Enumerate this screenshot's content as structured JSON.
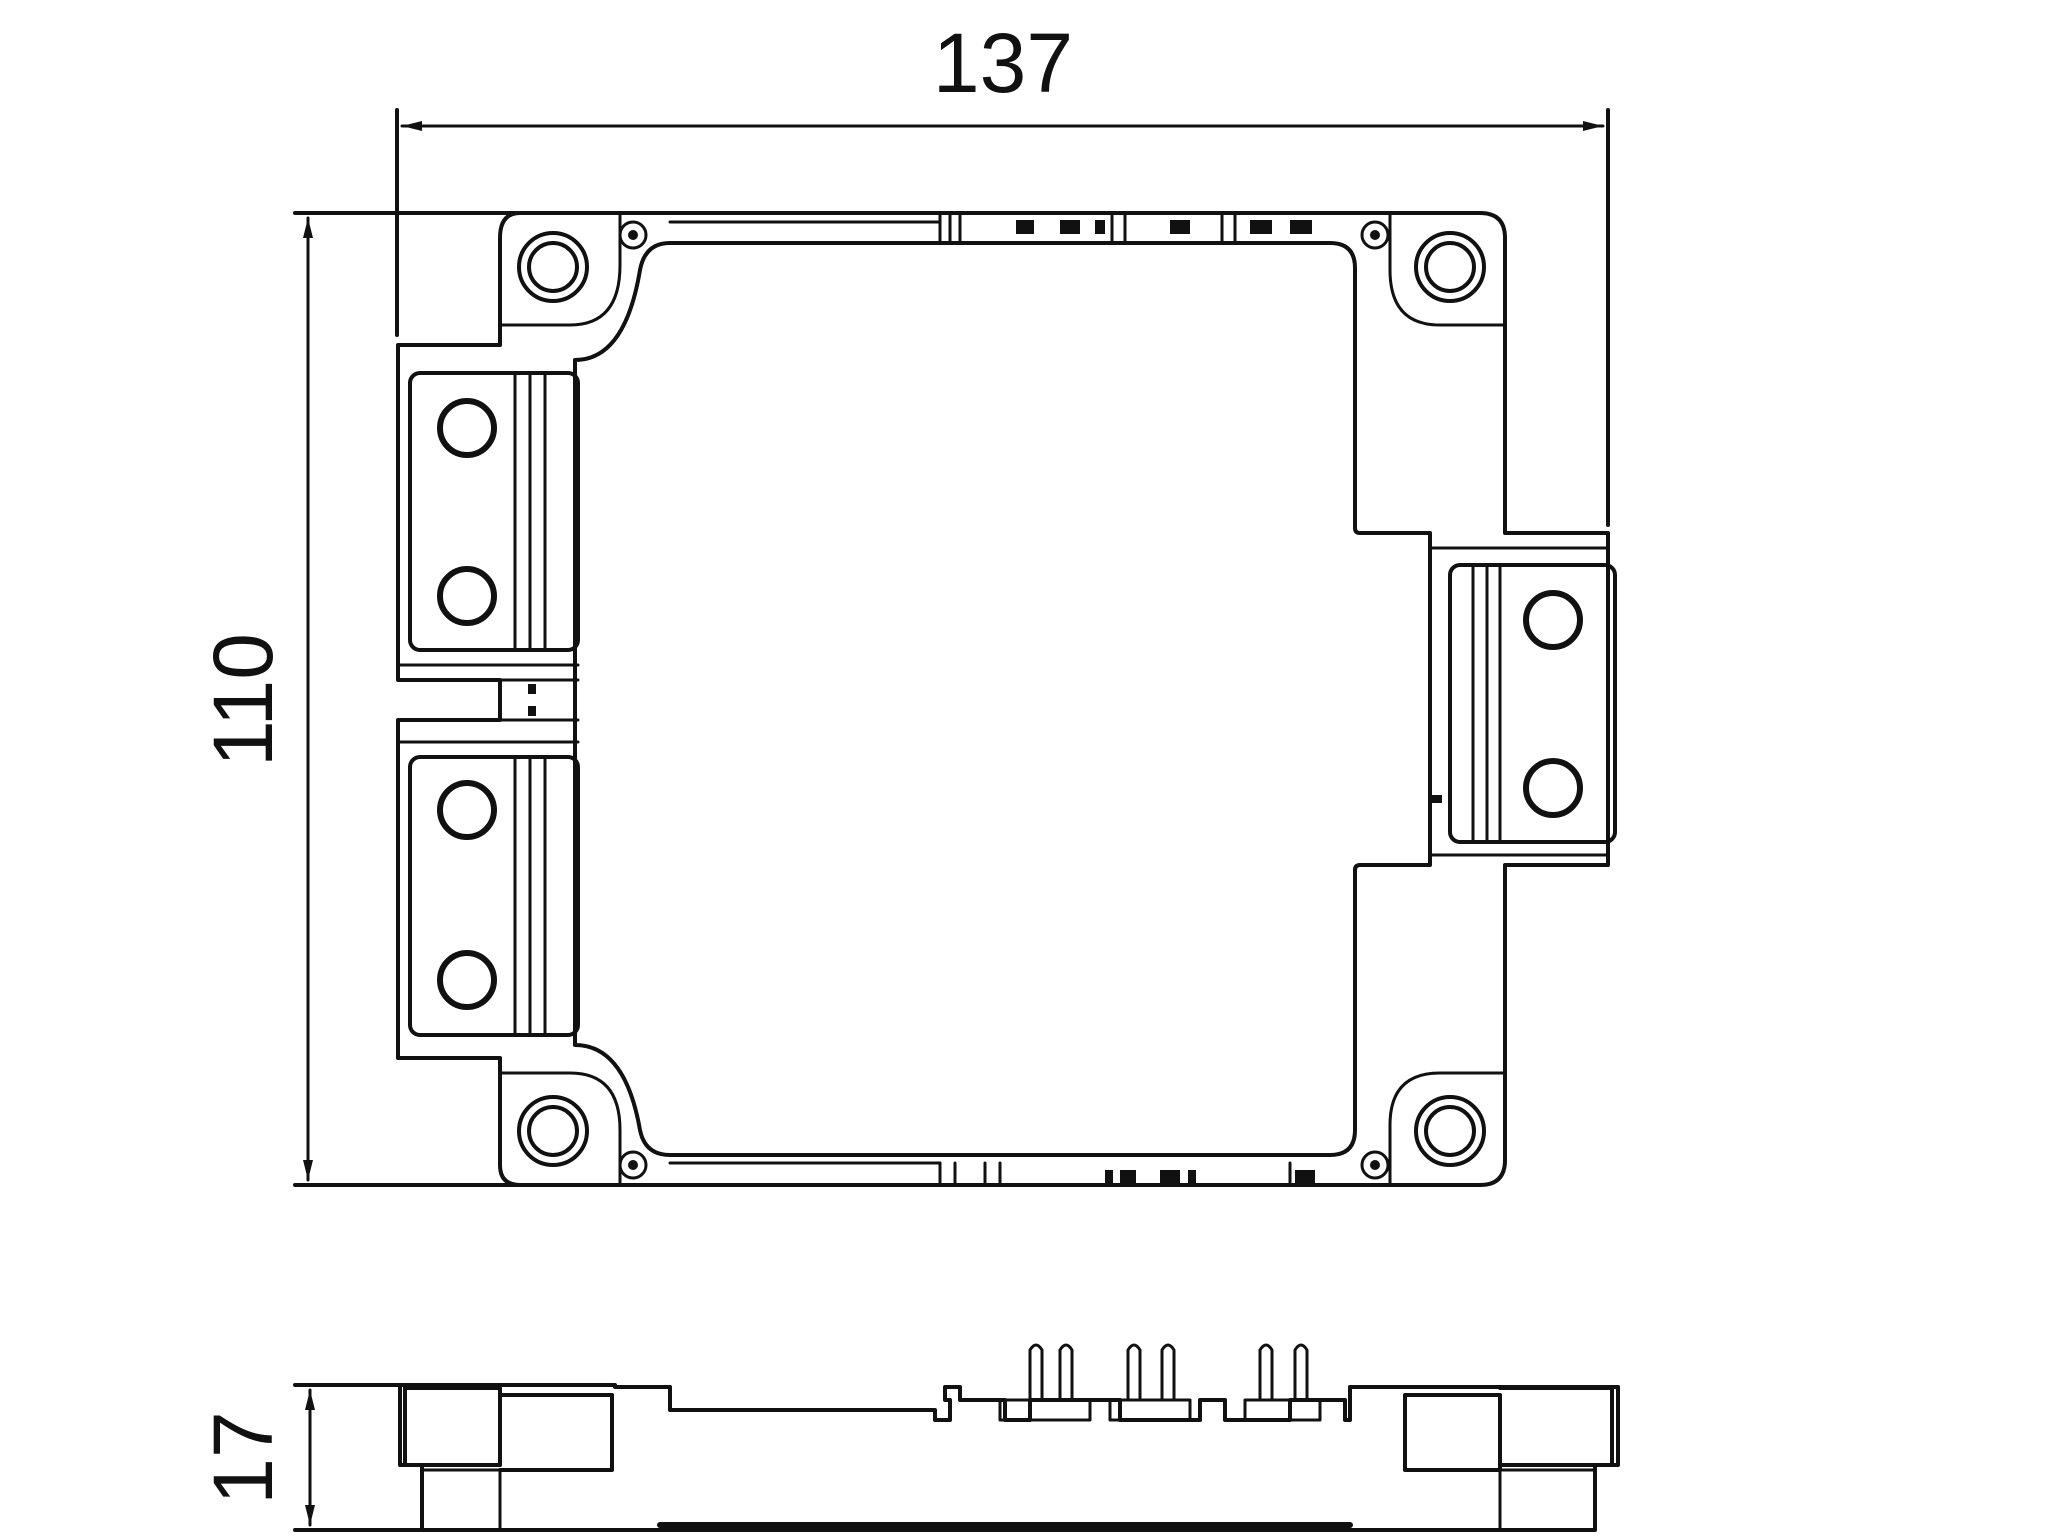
{
  "dimensions": {
    "width": "137",
    "height": "110",
    "thickness": "17"
  },
  "colors": {
    "line": "#111111",
    "background": "#ffffff"
  }
}
